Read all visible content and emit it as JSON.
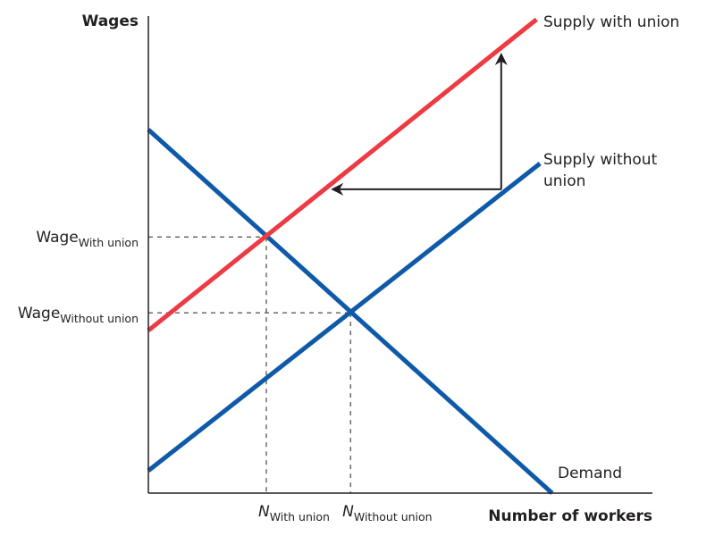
{
  "chart_data": {
    "type": "line",
    "title": "",
    "ylabel": "Wages",
    "xlabel": "Number of workers",
    "xlim": [
      0,
      100
    ],
    "ylim": [
      0,
      100
    ],
    "grid": false,
    "colors": {
      "supply_with_union": "#ee3a43",
      "blue": "#0f5aa8",
      "axis": "#231f20",
      "guide": "#231f20"
    },
    "series": [
      {
        "name": "Demand",
        "label": "Demand",
        "color": "#0f5aa8",
        "points": [
          [
            0,
            76.2
          ],
          [
            80.1,
            0
          ]
        ]
      },
      {
        "name": "Supply without union",
        "label_lines": [
          "Supply without",
          "union"
        ],
        "color": "#0f5aa8",
        "points": [
          [
            0,
            4.7
          ],
          [
            77.7,
            69.1
          ]
        ]
      },
      {
        "name": "Supply with union",
        "label": "Supply with union",
        "color": "#ee3a43",
        "points": [
          [
            0,
            34.1
          ],
          [
            77.0,
            99.3
          ]
        ]
      }
    ],
    "equilibria": [
      {
        "name": "with-union",
        "x": 23.4,
        "y": 53.7,
        "wage_label": {
          "main": "Wage",
          "sub": "With union"
        },
        "n_label": {
          "main": "N",
          "sub": "With union"
        }
      },
      {
        "name": "without-union",
        "x": 40.1,
        "y": 37.8,
        "wage_label": {
          "main": "Wage",
          "sub": "Without union"
        },
        "n_label": {
          "main": "N",
          "sub": "Without union"
        }
      }
    ],
    "arrows": [
      {
        "name": "shift-up-arrow",
        "from": [
          70.0,
          63.7
        ],
        "to": [
          70.0,
          91.8
        ]
      },
      {
        "name": "shift-left-arrow",
        "from": [
          70.0,
          63.7
        ],
        "to": [
          36.7,
          63.7
        ]
      }
    ]
  }
}
